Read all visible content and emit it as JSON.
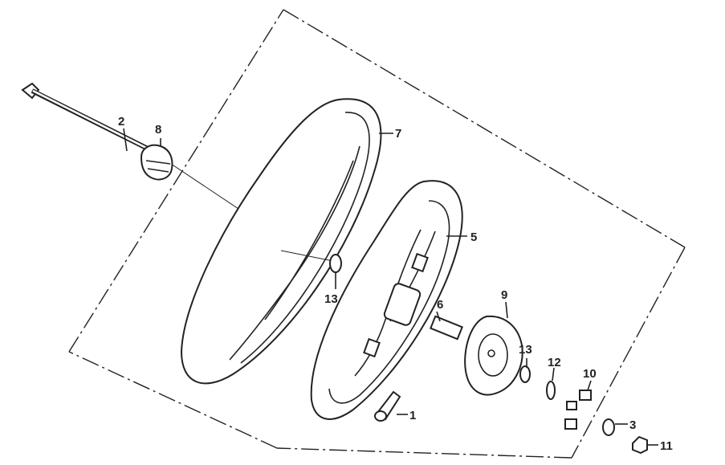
{
  "callouts": {
    "p1": "1",
    "p2": "2",
    "p3": "3",
    "p5": "5",
    "p6": "6",
    "p7": "7",
    "p8": "8",
    "p9": "9",
    "p10": "10",
    "p11": "11",
    "p12": "12",
    "p13a": "13",
    "p13b": "13"
  }
}
